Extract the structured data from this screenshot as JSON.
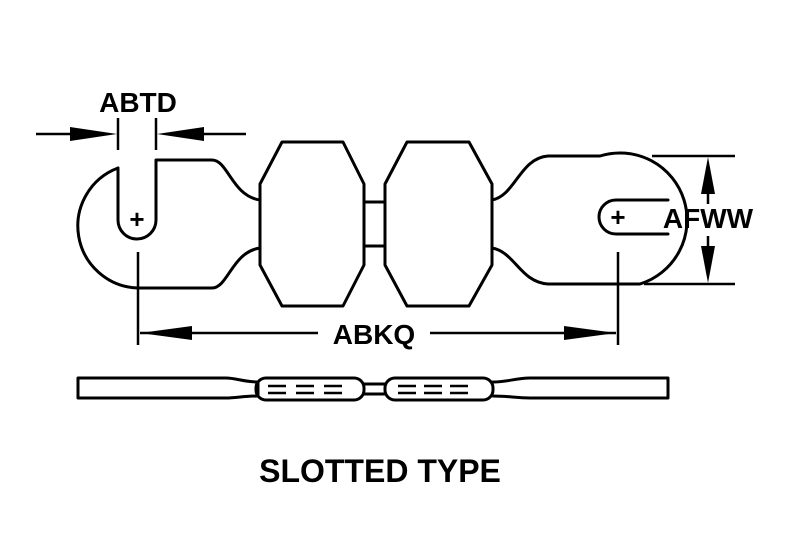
{
  "labels": {
    "slot_width": "ABTD",
    "center_distance": "ABKQ",
    "eye_height": "AFWW",
    "caption": "SLOTTED TYPE"
  },
  "symbols": {
    "center_mark": "+"
  },
  "colors": {
    "ink": "#000000",
    "background": "#ffffff"
  }
}
